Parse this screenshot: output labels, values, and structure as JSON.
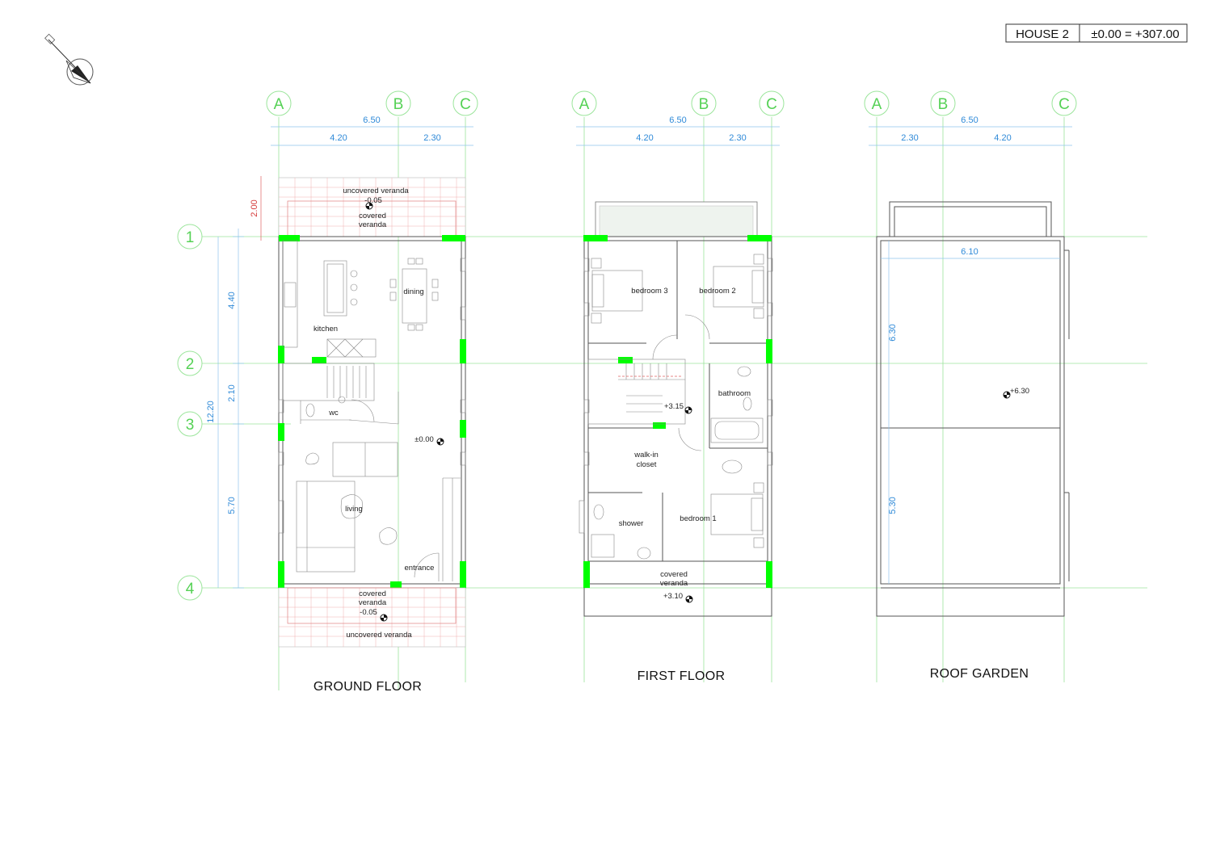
{
  "title_block": {
    "house": "HOUSE 2",
    "datum": "±0.00 = +307.00"
  },
  "colors": {
    "grid": "#55d155",
    "dimension": "#2f8ad8",
    "column": "#00ff00",
    "accent_red": "#d43a3a"
  },
  "grid_labels": {
    "a": "A",
    "b": "B",
    "c": "C",
    "r1": "1",
    "r2": "2",
    "r3": "3",
    "r4": "4"
  },
  "vertical_dims": {
    "d1": "4.40",
    "d2": "2.10",
    "d3": "5.70",
    "total": "12.20"
  },
  "ground": {
    "title": "GROUND FLOOR",
    "dim_total": "6.50",
    "dim_a": "4.20",
    "dim_b": "2.30",
    "veranda_depth": "2.00",
    "rooms": {
      "uncovered_top": "uncovered veranda",
      "level_top": "-0.05",
      "covered_top_1": "covered",
      "covered_top_2": "veranda",
      "kitchen": "kitchen",
      "dining": "dining",
      "wc": "wc",
      "level_main": "±0.00",
      "living": "living",
      "entrance": "entrance",
      "covered_bottom_1": "covered",
      "covered_bottom_2": "veranda",
      "level_bottom": "-0.05",
      "uncovered_bottom": "uncovered veranda"
    }
  },
  "first": {
    "title": "FIRST FLOOR",
    "dim_total": "6.50",
    "dim_a": "4.20",
    "dim_b": "2.30",
    "rooms": {
      "bedroom3": "bedroom 3",
      "bedroom2": "bedroom 2",
      "level": "+3.15",
      "bathroom": "bathroom",
      "walkin_1": "walk-in",
      "walkin_2": "closet",
      "shower": "shower",
      "bedroom1": "bedroom 1",
      "covered_1": "covered",
      "covered_2": "veranda",
      "level_veranda": "+3.10"
    }
  },
  "roof": {
    "title": "ROOF GARDEN",
    "dim_total": "6.50",
    "dim_a": "2.30",
    "dim_b": "4.20",
    "dim_inner": "6.10",
    "dim_v1": "6.30",
    "dim_v2": "5.30",
    "level": "+6.30"
  }
}
